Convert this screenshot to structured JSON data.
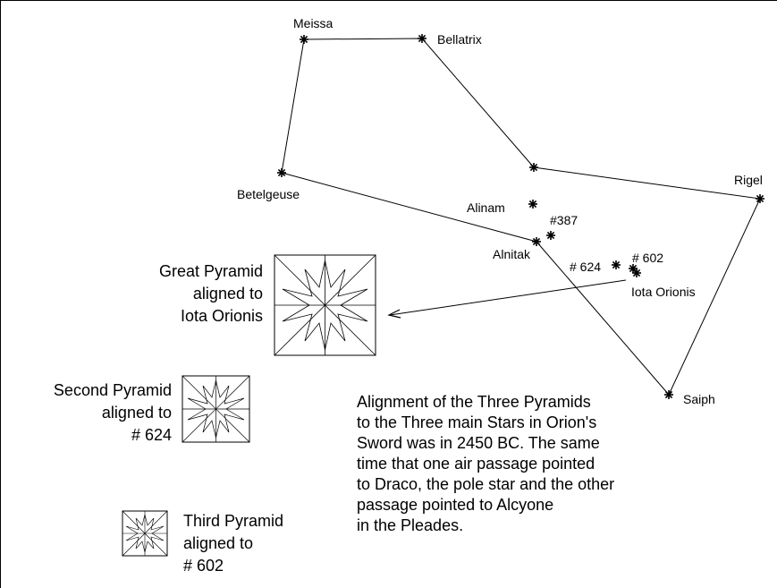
{
  "stars": {
    "meissa": "Meissa",
    "bellatrix": "Bellatrix",
    "betelgeuse": "Betelgeuse",
    "rigel": "Rigel",
    "alinam": "Alinam",
    "alnitak": "Alnitak",
    "s387": "#387",
    "s624": "# 624",
    "s602": "# 602",
    "iota": "Iota Orionis",
    "saiph": "Saiph"
  },
  "pyramids": {
    "great": [
      "Great Pyramid",
      "aligned to",
      "Iota Orionis"
    ],
    "second": [
      "Second Pyramid",
      "aligned to",
      "# 624"
    ],
    "third": [
      "Third Pyramid",
      "aligned to",
      "# 602"
    ]
  },
  "note": [
    "Alignment of the Three Pyramids",
    "to the Three main Stars in Orion's",
    "Sword was in 2450 BC.  The same",
    "time that one air passage pointed",
    "to Draco, the pole star and the other",
    "passage pointed to Alcyone",
    "in the Pleades."
  ]
}
